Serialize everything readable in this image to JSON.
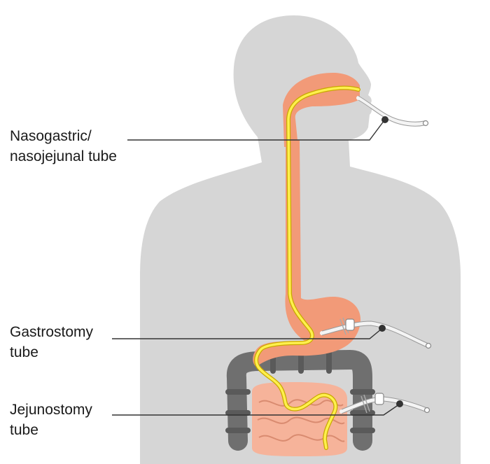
{
  "labels": {
    "nasogastric": {
      "line1": "Nasogastric/",
      "line2": "nasojejunal tube"
    },
    "gastrostomy": {
      "line1": "Gastrostomy",
      "line2": "tube"
    },
    "jejunostomy": {
      "line1": "Jejunostomy",
      "line2": "tube"
    }
  },
  "colors": {
    "body": "#d6d6d6",
    "digestive_tract": "#f29a78",
    "tube": "#fff04d",
    "tube_outline": "#c8a800",
    "large_intestine": "#6f6f6f",
    "small_intestine": "#f6b39a",
    "leader_line": "#333333"
  }
}
